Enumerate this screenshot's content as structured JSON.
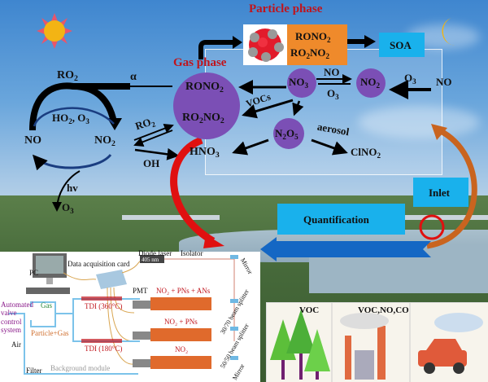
{
  "title": "NOx / organic nitrate chemistry and measurement schematic",
  "icons": {
    "sun": "sun-icon",
    "moon": "crescent-moon-icon"
  },
  "daytime_cycle": {
    "ro2_label": "RO2",
    "alpha_label": "α",
    "ho2_o3_label": "HO2, O3",
    "no_label": "NO",
    "no2_label": "NO2",
    "hv_label": "hv",
    "o3_label": "O3",
    "ro2_reaction_label": "RO2",
    "oh_label": "OH"
  },
  "gas_phase": {
    "heading": "Gas phase",
    "rono2": "RONO2",
    "ro2no2": "RO2NO2",
    "hno3": "HNO3"
  },
  "particle_phase": {
    "heading": "Particle phase",
    "rono2": "RONO2",
    "ro2no2": "RO2NO2",
    "soa_label": "SOA"
  },
  "nighttime": {
    "no3": "NO3",
    "no_over": "NO",
    "o3_under": "O3",
    "no2": "NO2",
    "o3_label": "O3",
    "no_source": "NO",
    "vocs_label": "VOCs",
    "n2o5": "N2O5",
    "aerosol_label": "aerosol",
    "clno2": "ClNO2"
  },
  "measurement": {
    "inlet_label": "Inlet",
    "quantification_label": "Quantification"
  },
  "instrument": {
    "pc_label": "PC",
    "daq_label": "Data acquisition card",
    "diode_label": "Diode laser",
    "laser_wavelength": "405 nm",
    "isolator_label": "Isolator",
    "mirror_top": "Mirror",
    "splitter1": "30/70 beam splitter",
    "splitter2": "50/50 beam splitter",
    "mirror_bottom": "Mirror",
    "pmt_label": "PMT",
    "channel1": "NO₂ + PNs + ANs",
    "channel2": "NO₂ + PNs",
    "channel3": "NO₂",
    "tdi1": "TDI (360°C)",
    "tdi2": "TDI (180°C)",
    "valve_label": "Automated valve control system",
    "gas_label": "Gas",
    "particle_gas_label": "Particle+Gas",
    "air_label": "Air",
    "filter_label": "Filter",
    "background_label": "Background module"
  },
  "emission_sources": {
    "biogenic_label": "VOC",
    "industrial_label": "VOC,NO,CO"
  },
  "colors": {
    "circle_purple": "#7b4fb5",
    "box_blue": "#19b1ec",
    "box_orange": "#ef8a2b",
    "heading_red": "#c0141c",
    "arrow_red": "#e01010",
    "arrow_brown": "#c9641f",
    "quant_arrow_blue": "#1467c4"
  }
}
